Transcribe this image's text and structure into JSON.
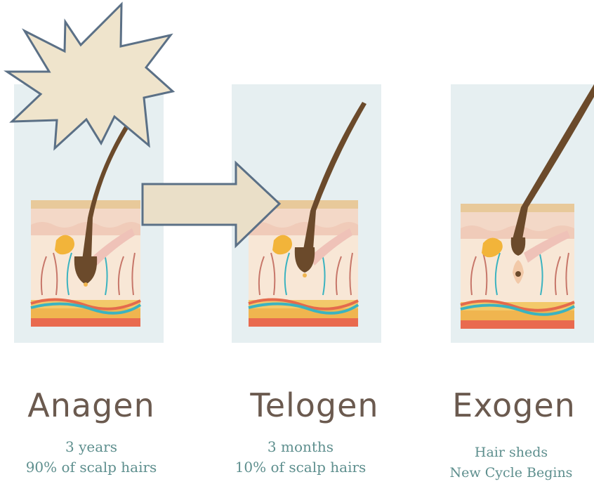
{
  "stages": [
    {
      "title": "Anagen",
      "line1": "3 years",
      "line2": "90% of scalp hairs"
    },
    {
      "title": "Telogen",
      "line1": "3 months",
      "line2": "10% of scalp hairs"
    },
    {
      "title": "Exogen",
      "line1": "Hair sheds",
      "line2": "New Cycle Begins"
    }
  ],
  "colors": {
    "panel_bg": "#e6eff1",
    "hair": "#6b4a2b",
    "title_text": "#6b5a4f",
    "caption_text": "#5e8f8e",
    "starburst_fill": "#efe4cc",
    "arrow_fill": "#eadfc8",
    "shape_outline": "#5b7086"
  },
  "icons": [
    "starburst-shape",
    "right-arrow-shape",
    "hair-follicle-illustration"
  ]
}
